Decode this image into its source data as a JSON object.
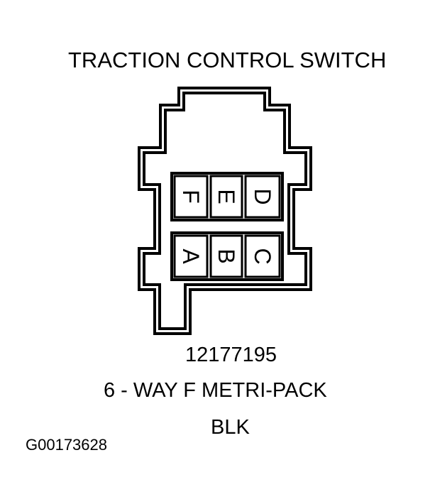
{
  "diagram": {
    "title": "TRACTION CONTROL SWITCH",
    "part_number": "12177195",
    "connector_type": "6 - WAY F METRI-PACK",
    "connector_color": "BLK",
    "figure_id": "G00173628",
    "colors": {
      "line": "#000000",
      "background": "#ffffff"
    },
    "pins": {
      "top_row": [
        "F",
        "E",
        "D"
      ],
      "bottom_row": [
        "A",
        "B",
        "C"
      ]
    }
  }
}
